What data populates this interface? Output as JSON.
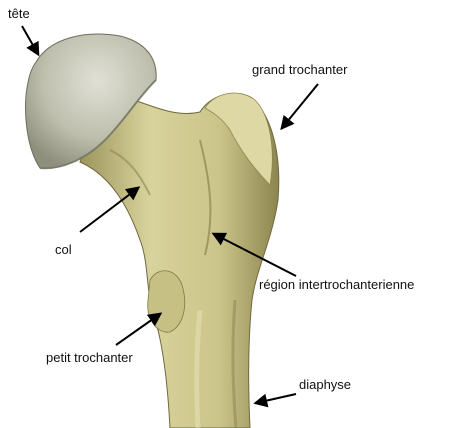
{
  "labels": {
    "tete": "tête",
    "grand_trochanter": "grand trochanter",
    "col": "col",
    "region_intertrochanterienne": "région intertrochanterienne",
    "petit_trochanter": "petit trochanter",
    "diaphyse": "diaphyse"
  },
  "colors": {
    "head": "#c2c2b0",
    "bone": "#cfc98e",
    "bone_shadow": "#9f9760",
    "bone_dark": "#6e6a3e",
    "text": "#111111",
    "arrow": "#000000",
    "background": "#ffffff"
  }
}
